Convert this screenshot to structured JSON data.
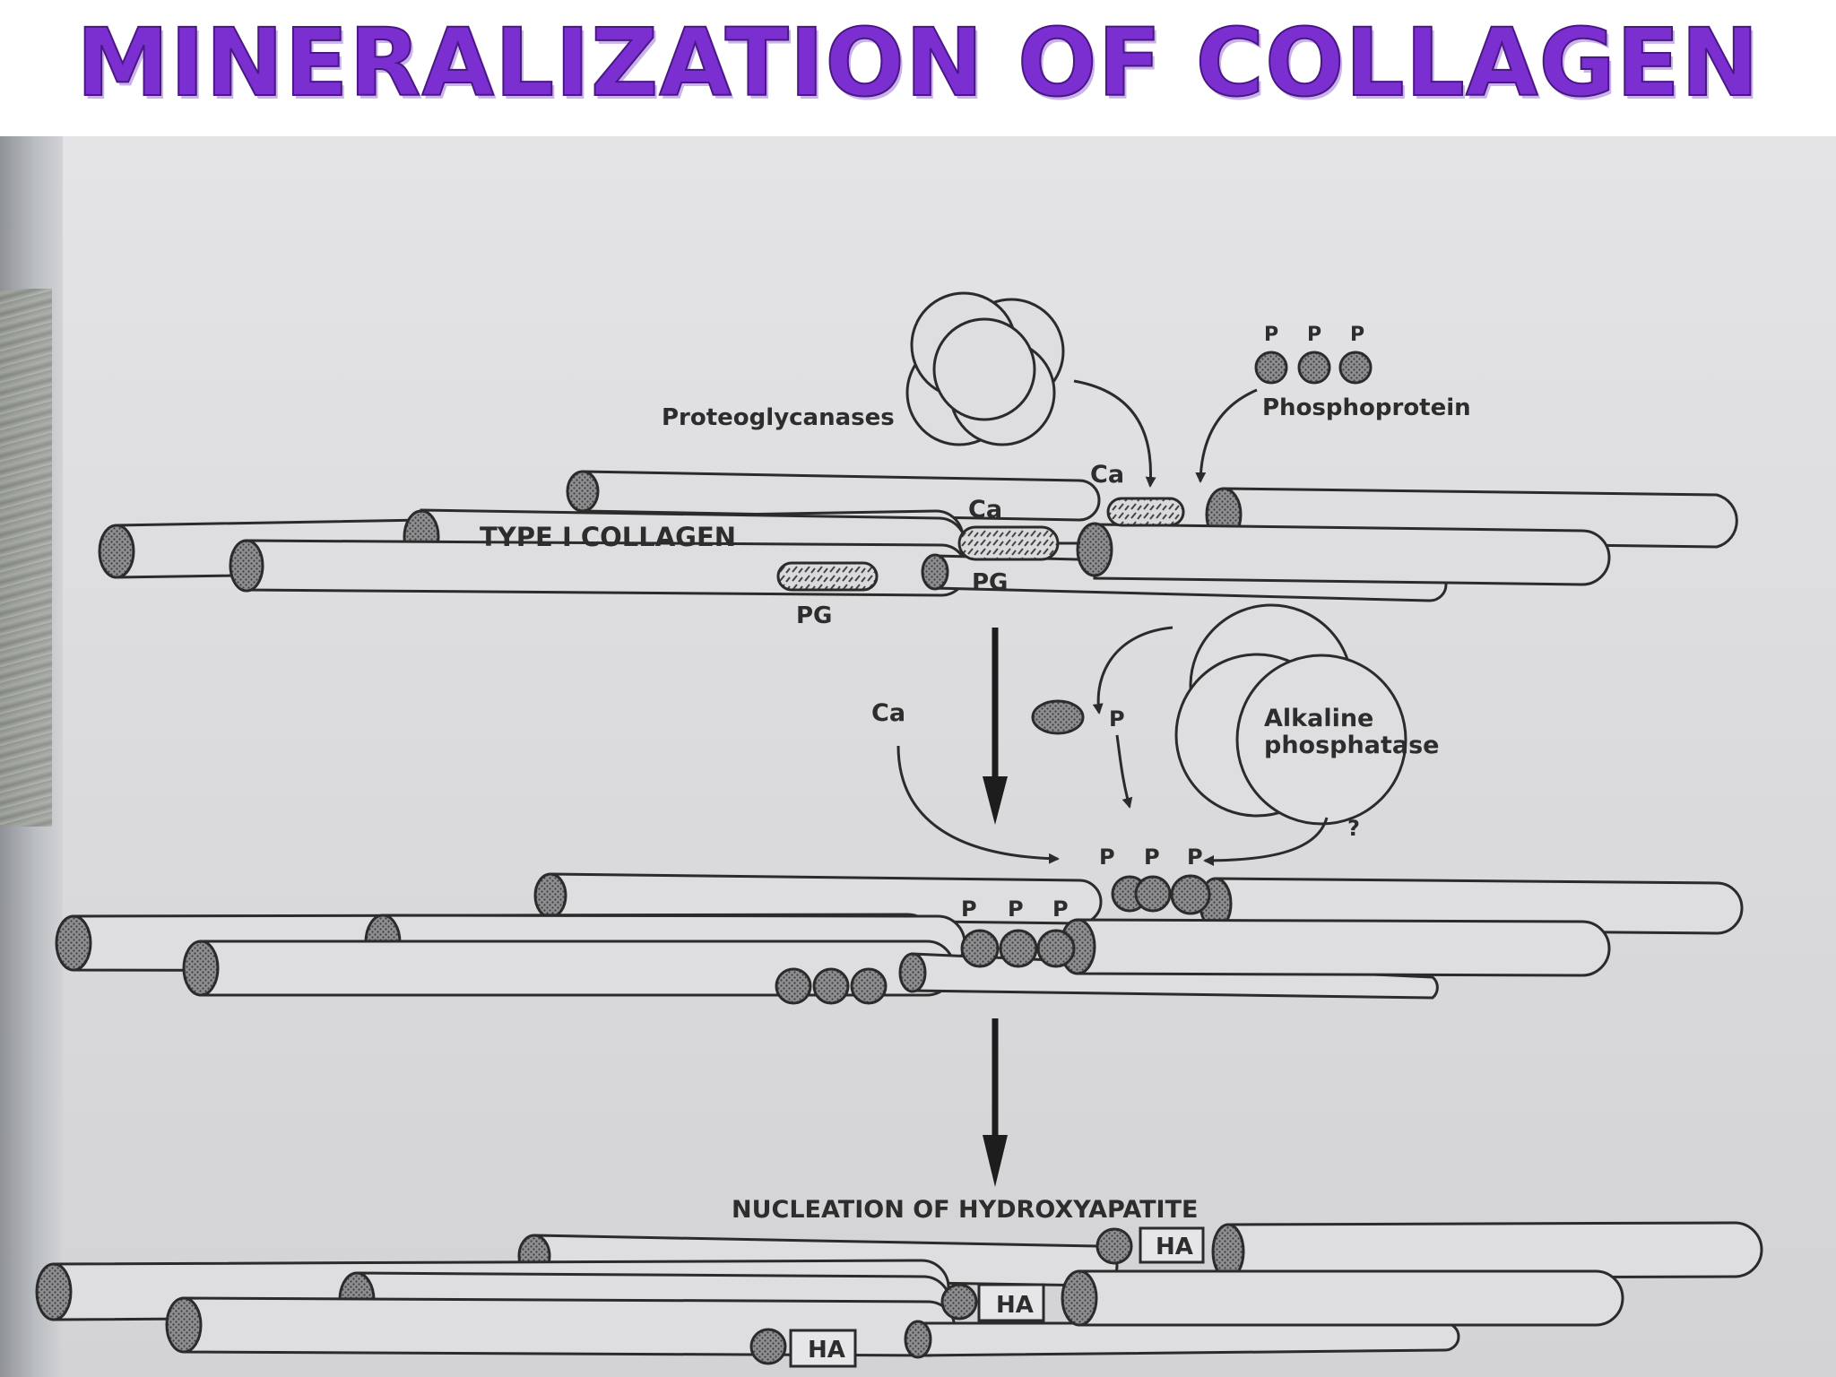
{
  "slide": {
    "title": "MINERALIZATION OF COLLAGEN",
    "title_color": "#7b2fd0"
  },
  "diagram": {
    "labels": {
      "proteoglycanases": "Proteoglycanases",
      "phosphoprotein": "Phosphoprotein",
      "type_i_collagen": "TYPE I COLLAGEN",
      "ca": "Ca",
      "pg": "PG",
      "p": "P",
      "alkaline_phosphatase_line1": "Alkaline",
      "alkaline_phosphatase_line2": "phosphatase",
      "question": "?",
      "nucleation": "NUCLEATION OF HYDROXYAPATITE",
      "ha": "HA"
    }
  }
}
